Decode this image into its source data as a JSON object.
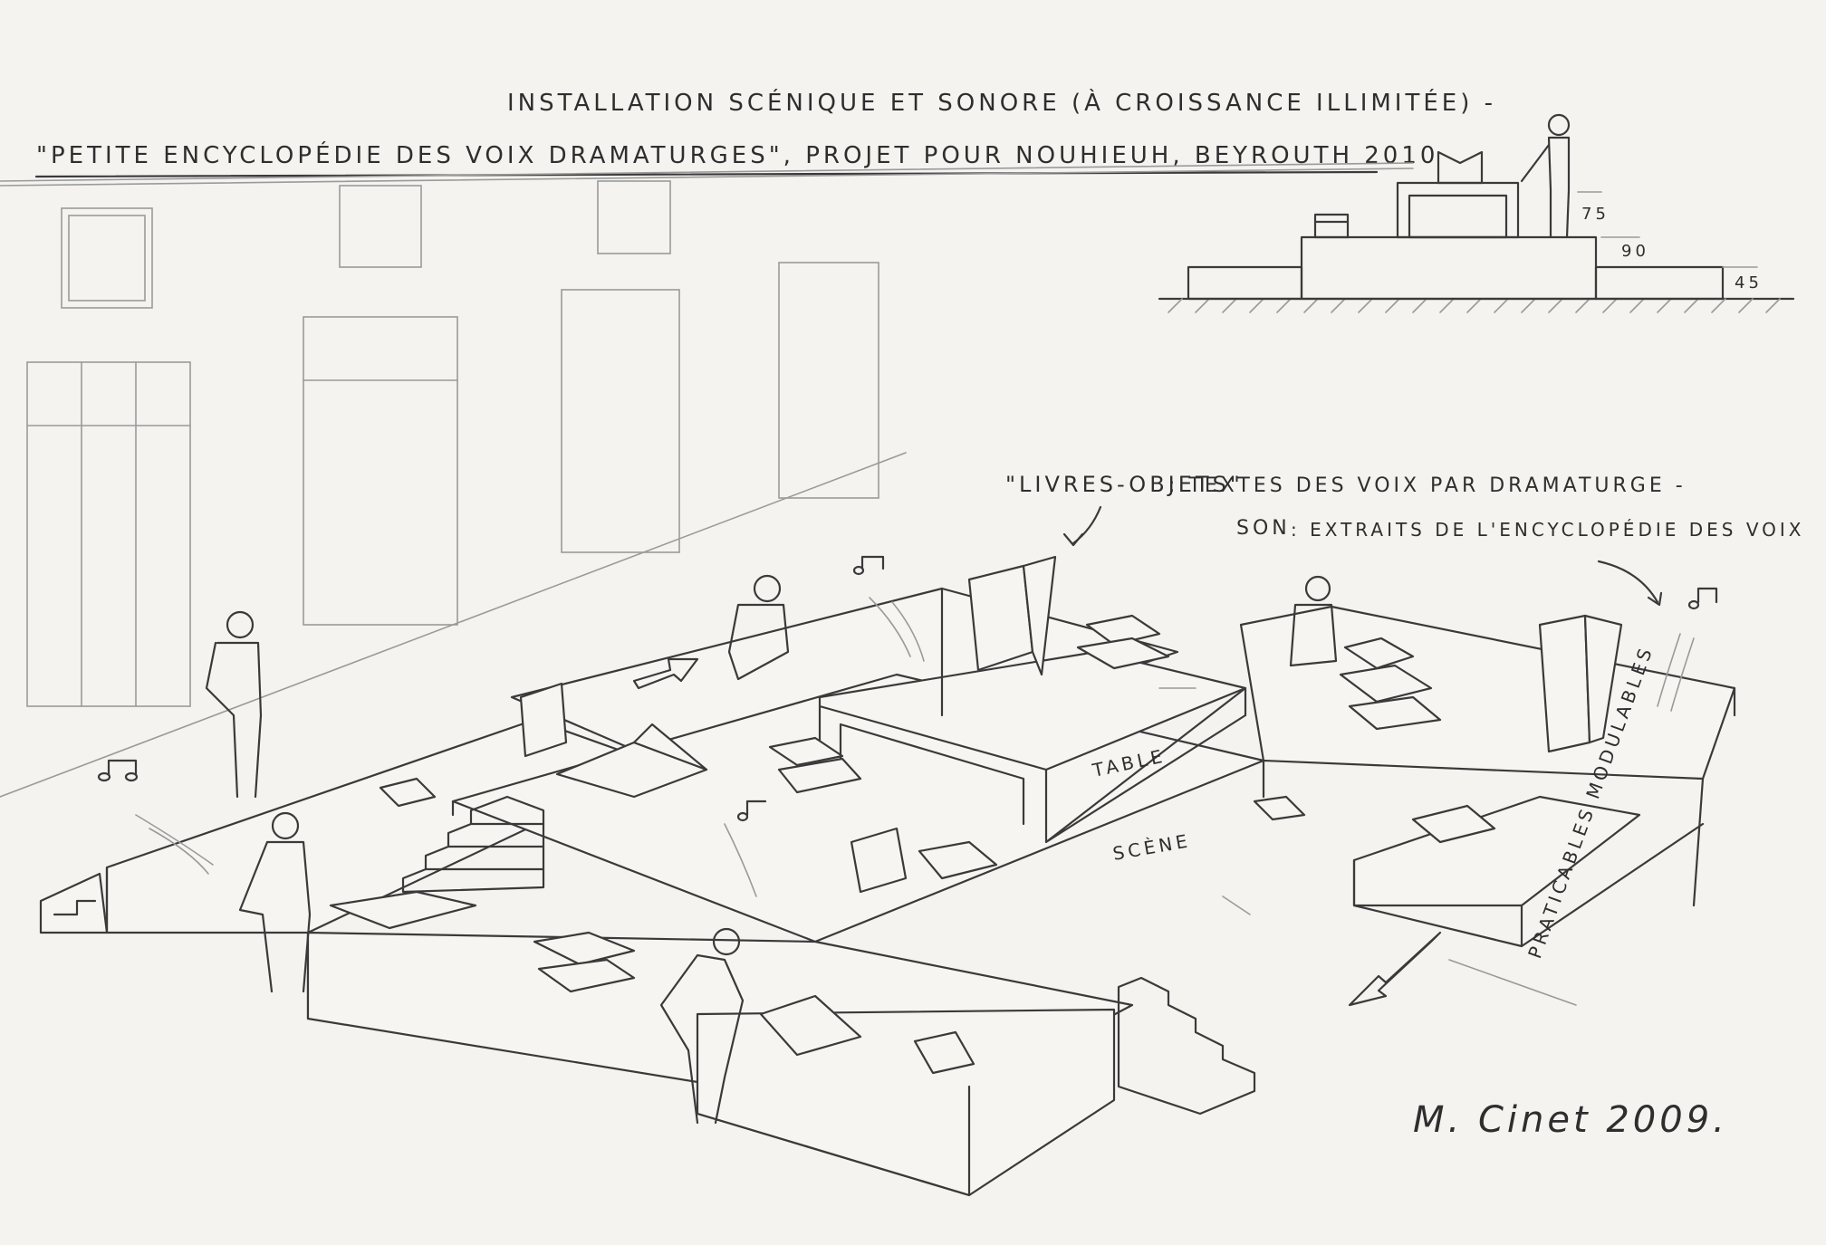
{
  "title_line1": "INSTALLATION SCÉNIQUE ET SONORE (À CROISSANCE ILLIMITÉE) -",
  "title_line2": "\"PETITE ENCYCLOPÉDIE DES VOIX DRAMATURGES\", PROJET POUR NOUHIEUH, BEYROUTH 2010",
  "section": {
    "dim_75": "75",
    "dim_90": "90",
    "dim_45": "45"
  },
  "annotations": {
    "livres_objets": "\"LIVRES-OBJETS\"",
    "livres_desc": ": TEXTES DES VOIX PAR DRAMATURGE -",
    "son_label": "SON",
    "son_desc": ": EXTRAITS DE L'ENCYCLOPÉDIE DES VOIX",
    "table": "TABLE",
    "scene": "SCÈNE",
    "praticables": "PRATICABLES MODULABLES"
  },
  "signature": "M. Cinet 2009."
}
